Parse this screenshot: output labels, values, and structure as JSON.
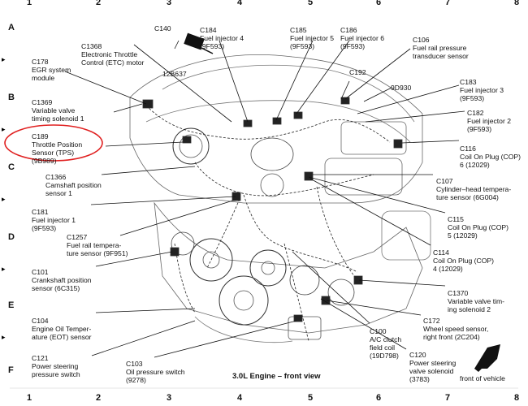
{
  "grid": {
    "cols": [
      "1",
      "2",
      "3",
      "4",
      "5",
      "6",
      "7",
      "8"
    ],
    "rows": [
      "A",
      "B",
      "C",
      "D",
      "E",
      "F"
    ]
  },
  "caption": "3.0L Engine – front view",
  "front_of_vehicle": "front of vehicle",
  "highlight_color": "#e02020",
  "labels": {
    "c140": [
      "C140"
    ],
    "b637": [
      "12B637"
    ],
    "c1368": [
      "C1368",
      "Electronic Throttle",
      "Control (ETC) motor"
    ],
    "c178": [
      "C178",
      "EGR system",
      "module"
    ],
    "c1369": [
      "C1369",
      "Variable valve",
      "timing solenoid 1"
    ],
    "c189": [
      "C189",
      "Throttle Position",
      "Sensor (TPS)",
      "(9B989)"
    ],
    "c1366": [
      "C1366",
      "Camshaft position",
      "sensor 1"
    ],
    "c181": [
      "C181",
      "Fuel injector 1",
      "(9F593)"
    ],
    "c1257": [
      "C1257",
      "Fuel rail tempera-",
      "ture sensor (9F951)"
    ],
    "c101": [
      "C101",
      "Crankshaft position",
      "sensor (6C315)"
    ],
    "c104": [
      "C104",
      "Engine Oil Temper-",
      "ature (EOT) sensor"
    ],
    "c121": [
      "C121",
      "Power steering",
      "pressure switch"
    ],
    "c103": [
      "C103",
      "Oil pressure switch",
      "(9278)"
    ],
    "c184": [
      "C184",
      "Fuel injector 4",
      "(9F593)"
    ],
    "c185": [
      "C185",
      "Fuel injector 5",
      "(9F593)"
    ],
    "c186": [
      "C186",
      "Fuel injector 6",
      "(9F593)"
    ],
    "c106": [
      "C106",
      "Fuel rail pressure",
      "transducer sensor"
    ],
    "c192": [
      "C192"
    ],
    "d930": [
      "9D930"
    ],
    "c183": [
      "C183",
      "Fuel injector 3",
      "(9F593)"
    ],
    "c182": [
      "C182",
      "Fuel injector 2",
      "(9F593)"
    ],
    "c116": [
      "C116",
      "Coil On Plug (COP)",
      "6 (12029)"
    ],
    "c107": [
      "C107",
      "Cylinder–head tempera-",
      "ture sensor (6G004)"
    ],
    "c115": [
      "C115",
      "Coil On Plug (COP)",
      "5 (12029)"
    ],
    "c114": [
      "C114",
      "Coil On Plug (COP)",
      "4 (12029)"
    ],
    "c1370": [
      "C1370",
      "Variable valve tim-",
      "ing solenoid 2"
    ],
    "c172": [
      "C172",
      "Wheel speed sensor,",
      "right front (2C204)"
    ],
    "c100": [
      "C100",
      "A/C clutch",
      "field coil",
      "(19D798)"
    ],
    "c120": [
      "C120",
      "Power steering",
      "valve solenoid",
      "(3783)"
    ]
  }
}
